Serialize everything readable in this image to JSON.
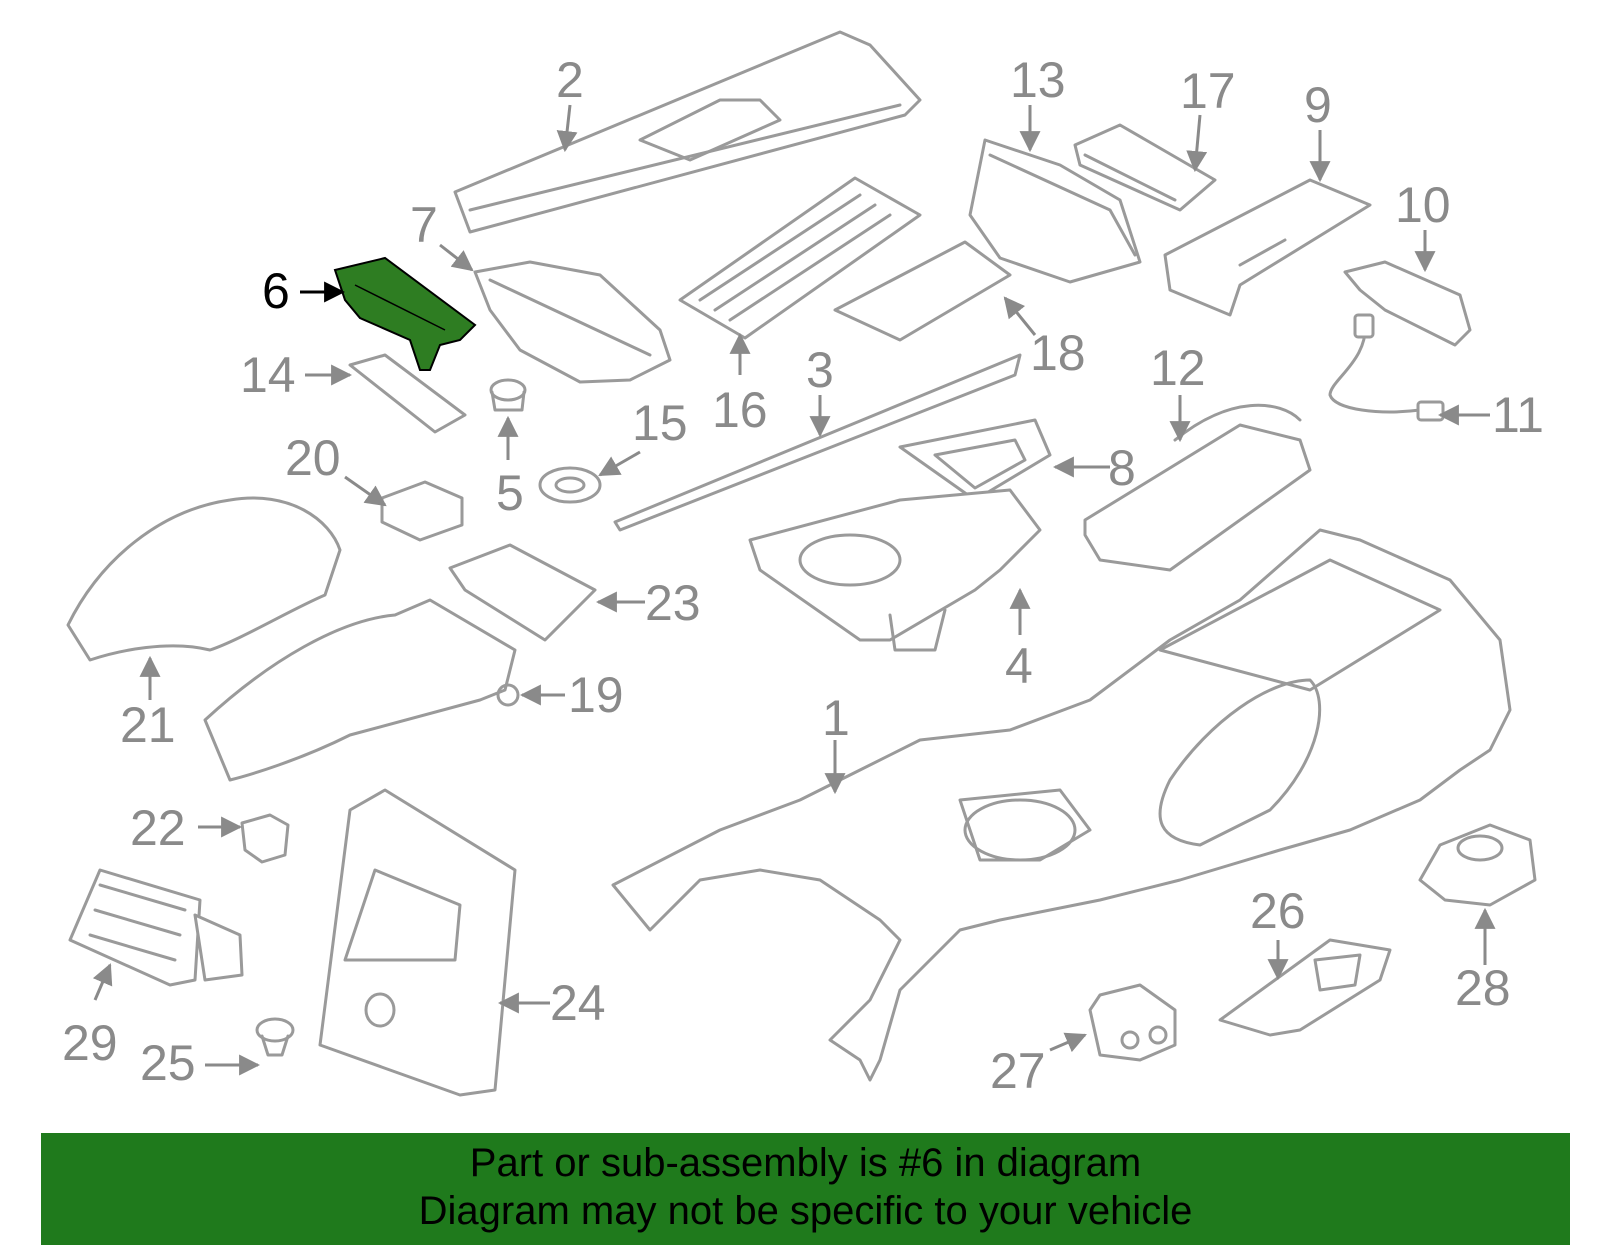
{
  "highlight_part": "6",
  "highlight_color": "#2e7d22",
  "banner": {
    "color": "#1f7a1c",
    "line1": "Part or sub-assembly is #6 in diagram",
    "line2": "Diagram may not be specific to your vehicle"
  },
  "callouts": {
    "c1": "1",
    "c2": "2",
    "c3": "3",
    "c4": "4",
    "c5": "5",
    "c6": "6",
    "c7": "7",
    "c8": "8",
    "c9": "9",
    "c10": "10",
    "c11": "11",
    "c12": "12",
    "c13": "13",
    "c14": "14",
    "c15": "15",
    "c16": "16",
    "c17": "17",
    "c18": "18",
    "c19": "19",
    "c20": "20",
    "c21": "21",
    "c22": "22",
    "c23": "23",
    "c24": "24",
    "c25": "25",
    "c26": "26",
    "c27": "27",
    "c28": "28",
    "c29": "29"
  }
}
